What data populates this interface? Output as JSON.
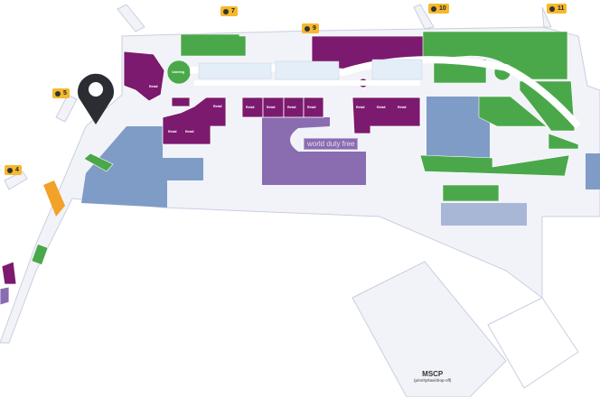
{
  "gates": [
    {
      "number": "4"
    },
    {
      "number": "5"
    },
    {
      "number": "7"
    },
    {
      "number": "9"
    },
    {
      "number": "10"
    },
    {
      "number": "11"
    }
  ],
  "labels": {
    "retail": "Retail",
    "catering": "Catering",
    "duty_free": "world duty free",
    "mscp": "MSCP",
    "mscp_sub": "(priority/taxi/drop-off)"
  },
  "colors": {
    "retail": "#7b1a6e",
    "catering": "#4aa84a",
    "lounge": "#7f9cc6",
    "duty_free": "#8a6cb0",
    "gate_badge": "#f5b82e",
    "floor": "#f1f3f8",
    "outline": "#c9cfe0",
    "pin": "#2b2d33"
  }
}
